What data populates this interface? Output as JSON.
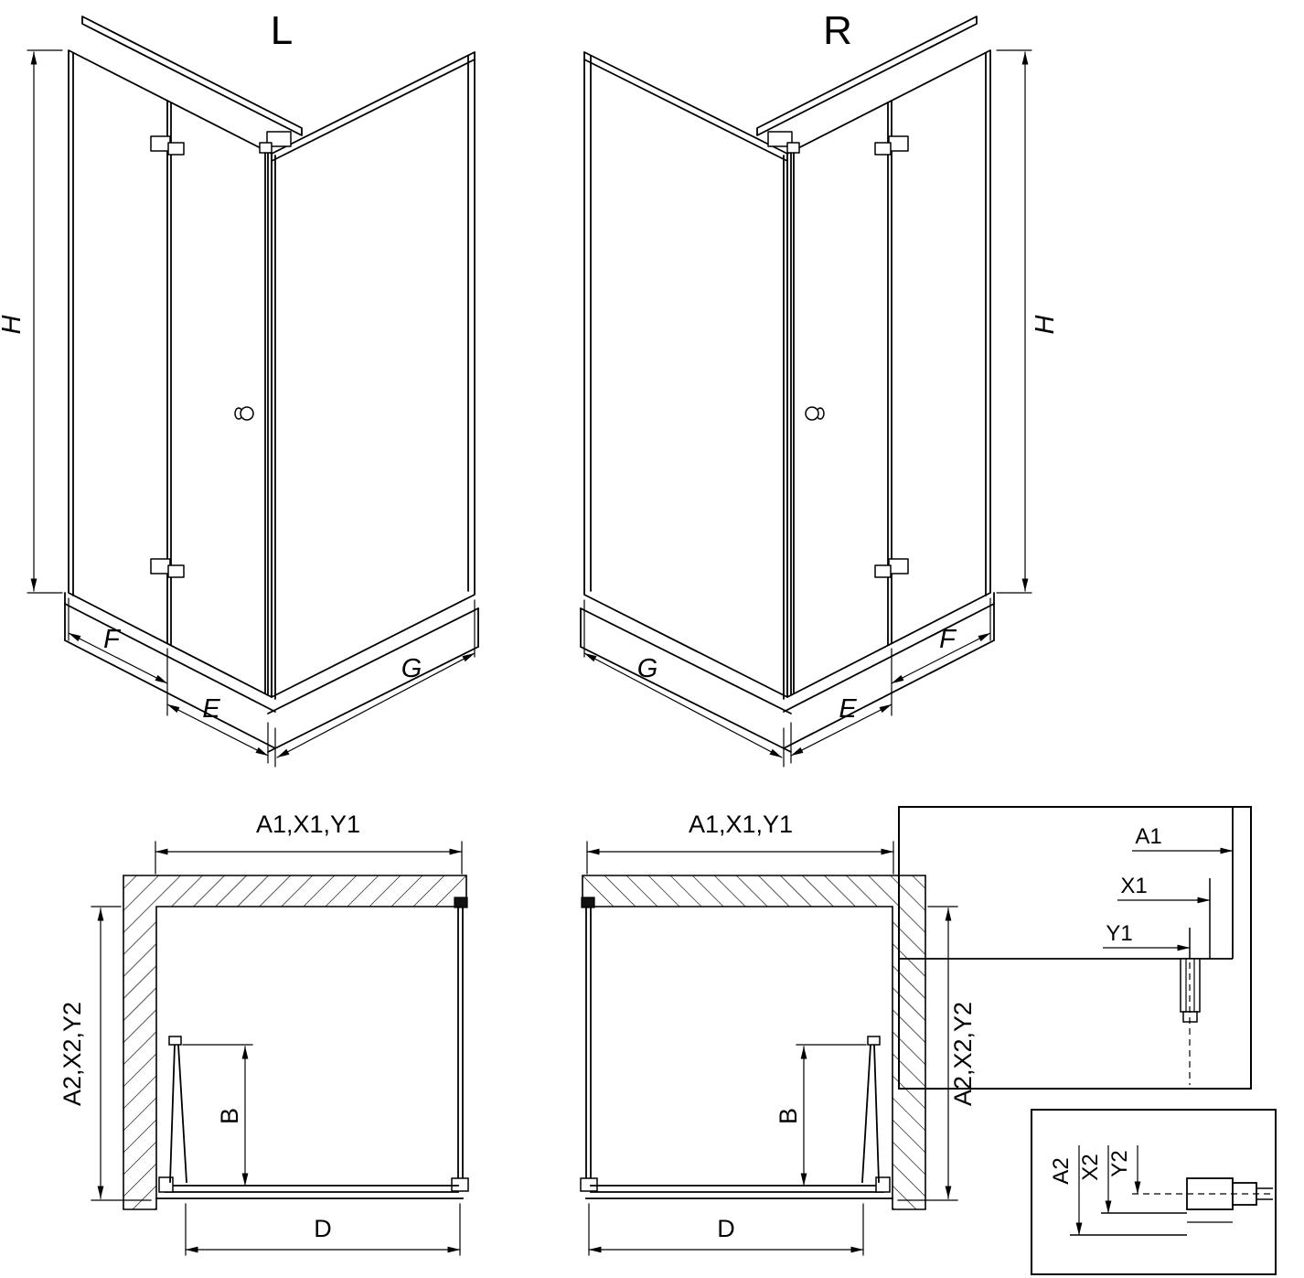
{
  "drawing": {
    "views": {
      "left": {
        "title": "L"
      },
      "right": {
        "title": "R"
      }
    },
    "dims": {
      "h": "H",
      "f": "F",
      "e": "E",
      "g": "G"
    },
    "plan": {
      "top_dim": "A1,X1,Y1",
      "side_dim": "A2,X2,Y2",
      "door_dim": "B",
      "width_dim": "D"
    },
    "detail_top": {
      "a1": "A1",
      "x1": "X1",
      "y1": "Y1"
    },
    "detail_bottom": {
      "a2": "A2",
      "x2": "X2",
      "y2": "Y2"
    }
  }
}
